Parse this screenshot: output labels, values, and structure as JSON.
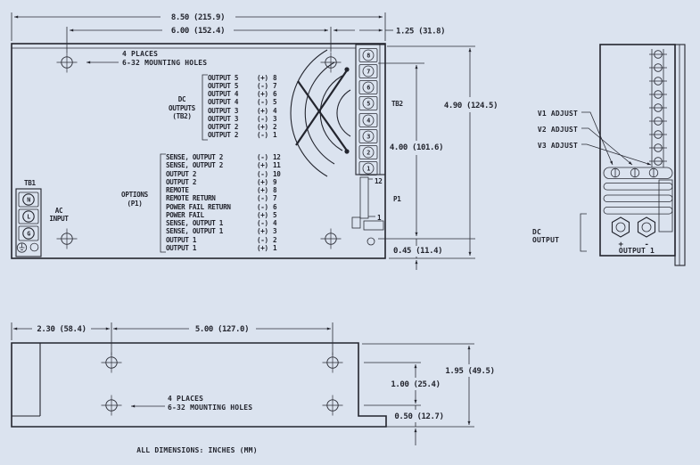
{
  "colors": {
    "background": "#dbe3ef",
    "ink": "#23252e"
  },
  "footer_note": "ALL DIMENSIONS: INCHES (MM)",
  "top_view": {
    "dim_width_overall": "8.50 (215.9)",
    "dim_width_holes": "6.00 (152.4)",
    "dim_width_right": "1.25 (31.8)",
    "dim_height_overall": "4.90 (124.5)",
    "dim_height_holes": "4.00 (101.6)",
    "dim_height_bottom": "0.45 (11.4)",
    "mounting_note": [
      "4 PLACES",
      "6-32 MOUNTING HOLES"
    ],
    "tb1_label": "TB1",
    "tb1_terminals": [
      "N",
      "L",
      "G"
    ],
    "ac_input": [
      "AC",
      "INPUT"
    ],
    "tb2_label": "TB2",
    "tb2_pins": [
      "8",
      "7",
      "6",
      "5",
      "4",
      "3",
      "2",
      "1"
    ],
    "p1_label": "P1",
    "p1_pin_top": "12",
    "p1_pin_bottom": "1",
    "dc_outputs_caption": [
      "DC",
      "OUTPUTS",
      "(TB2)"
    ],
    "dc_outputs_rows": [
      {
        "label": "OUTPUT 5",
        "sign": "(+)",
        "pin": "8"
      },
      {
        "label": "OUTPUT 5",
        "sign": "(-)",
        "pin": "7"
      },
      {
        "label": "OUTPUT 4",
        "sign": "(+)",
        "pin": "6"
      },
      {
        "label": "OUTPUT 4",
        "sign": "(-)",
        "pin": "5"
      },
      {
        "label": "OUTPUT 3",
        "sign": "(+)",
        "pin": "4"
      },
      {
        "label": "OUTPUT 3",
        "sign": "(-)",
        "pin": "3"
      },
      {
        "label": "OUTPUT 2",
        "sign": "(+)",
        "pin": "2"
      },
      {
        "label": "OUTPUT 2",
        "sign": "(-)",
        "pin": "1"
      }
    ],
    "options_caption": [
      "OPTIONS",
      "(P1)"
    ],
    "options_rows": [
      {
        "label": "SENSE, OUTPUT 2",
        "sign": "(-)",
        "pin": "12"
      },
      {
        "label": "SENSE, OUTPUT 2",
        "sign": "(+)",
        "pin": "11"
      },
      {
        "label": "OUTPUT 2",
        "sign": "(-)",
        "pin": "10"
      },
      {
        "label": "OUTPUT 2",
        "sign": "(+)",
        "pin": "9"
      },
      {
        "label": "REMOTE",
        "sign": "(+)",
        "pin": "8"
      },
      {
        "label": "REMOTE RETURN",
        "sign": "(-)",
        "pin": "7"
      },
      {
        "label": "POWER FAIL RETURN",
        "sign": "(-)",
        "pin": "6"
      },
      {
        "label": "POWER FAIL",
        "sign": "(+)",
        "pin": "5"
      },
      {
        "label": "SENSE, OUTPUT 1",
        "sign": "(-)",
        "pin": "4"
      },
      {
        "label": "SENSE, OUTPUT 1",
        "sign": "(+)",
        "pin": "3"
      },
      {
        "label": "OUTPUT 1",
        "sign": "(-)",
        "pin": "2"
      },
      {
        "label": "OUTPUT 1",
        "sign": "(+)",
        "pin": "1"
      }
    ]
  },
  "side_view": {
    "adjust_labels": [
      "V1 ADJUST",
      "V2 ADJUST",
      "V3 ADJUST"
    ],
    "dc_output_caption": [
      "DC",
      "OUTPUT"
    ],
    "terminal_plus": "+",
    "terminal_minus": "-",
    "output_label": "OUTPUT 1"
  },
  "bottom_view": {
    "dim_left": "2.30 (58.4)",
    "dim_holes": "5.00 (127.0)",
    "dim_height_overall": "1.95 (49.5)",
    "dim_height_holes": "1.00 (25.4)",
    "dim_height_bottom": "0.50 (12.7)",
    "mounting_note": [
      "4 PLACES",
      "6-32 MOUNTING HOLES"
    ]
  }
}
